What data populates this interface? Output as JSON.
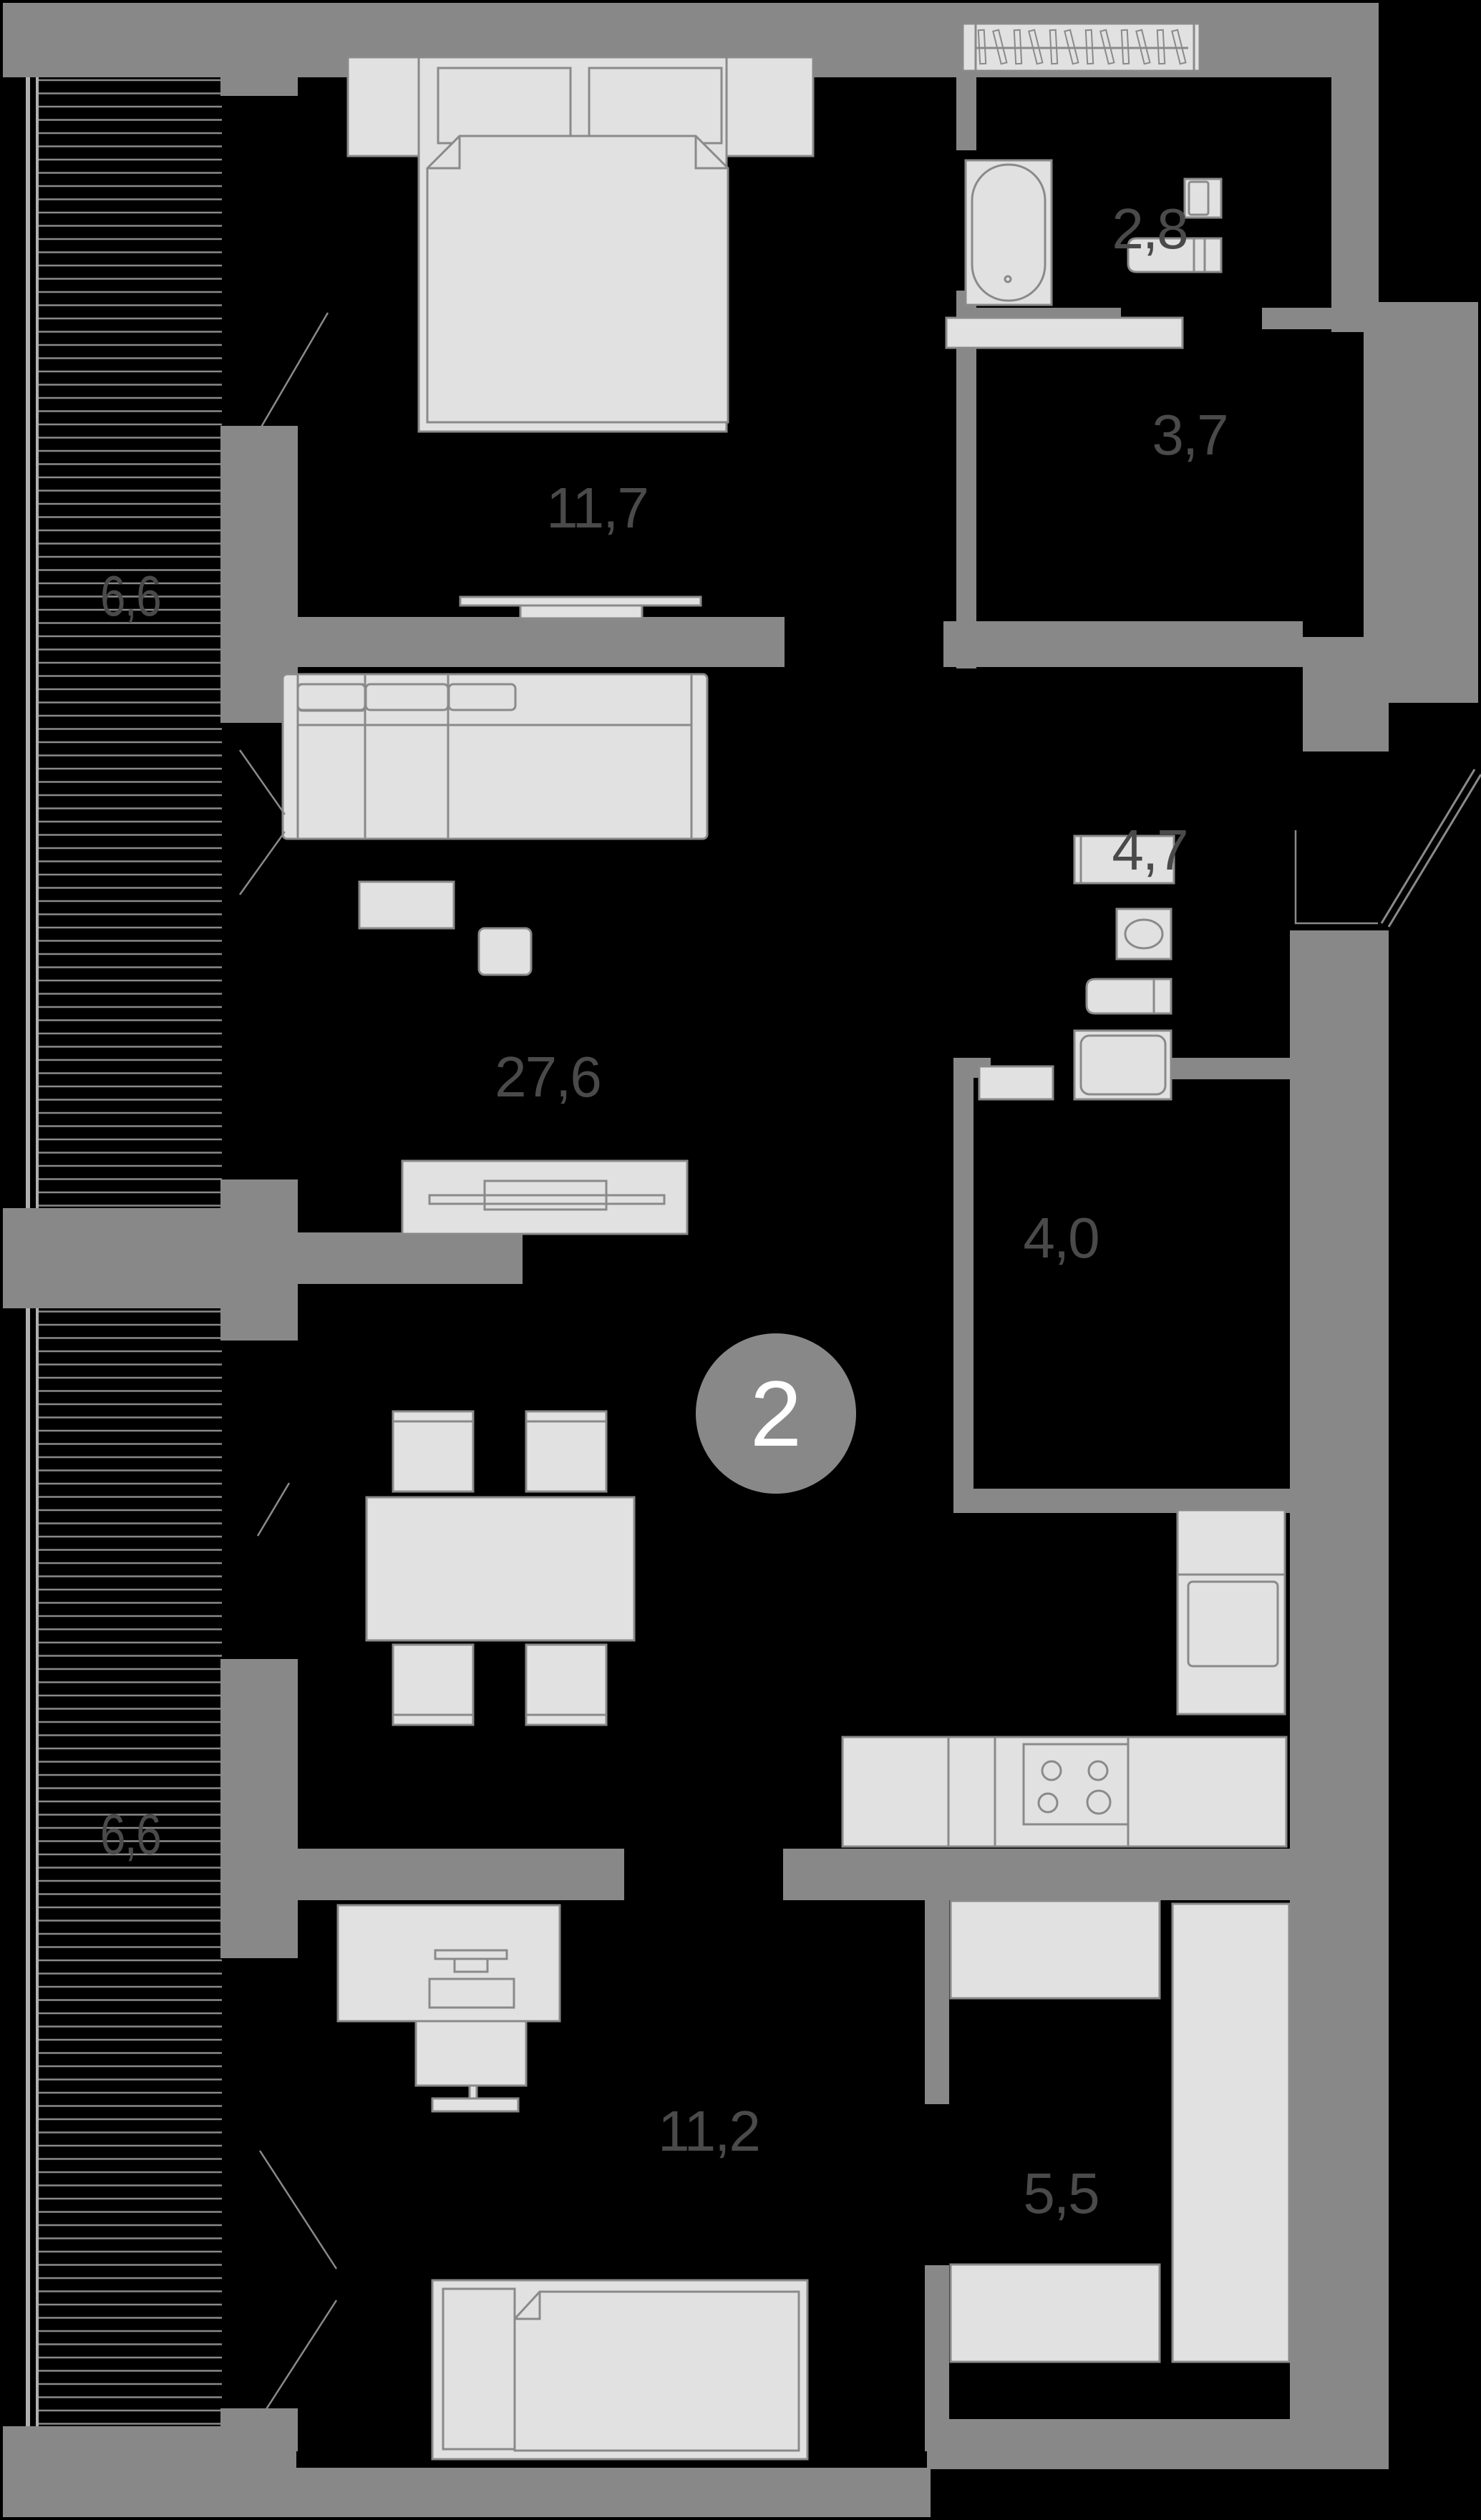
{
  "plan": {
    "type": "apartment-floor-plan",
    "room_count_badge": "2",
    "colors": {
      "background": "#000000",
      "walls": "#888888",
      "furniture_fill": "#e1e1e1",
      "furniture_stroke": "#8a8a8a",
      "area_label": "#4a4a4a",
      "badge_text": "#ffffff"
    },
    "rooms": [
      {
        "id": "bedroom",
        "area": "11,7"
      },
      {
        "id": "living-kitchen",
        "area": "27,6"
      },
      {
        "id": "bedroom-2",
        "area": "11,2"
      },
      {
        "id": "wardrobe-top",
        "area": "2,8"
      },
      {
        "id": "bathroom",
        "area": "3,7"
      },
      {
        "id": "hallway",
        "area": "4,7"
      },
      {
        "id": "bathroom-2",
        "area": "4,0"
      },
      {
        "id": "wardrobe-bottom",
        "area": "5,5"
      },
      {
        "id": "balcony-top",
        "area": "6,6"
      },
      {
        "id": "balcony-bottom",
        "area": "6,6"
      }
    ]
  }
}
